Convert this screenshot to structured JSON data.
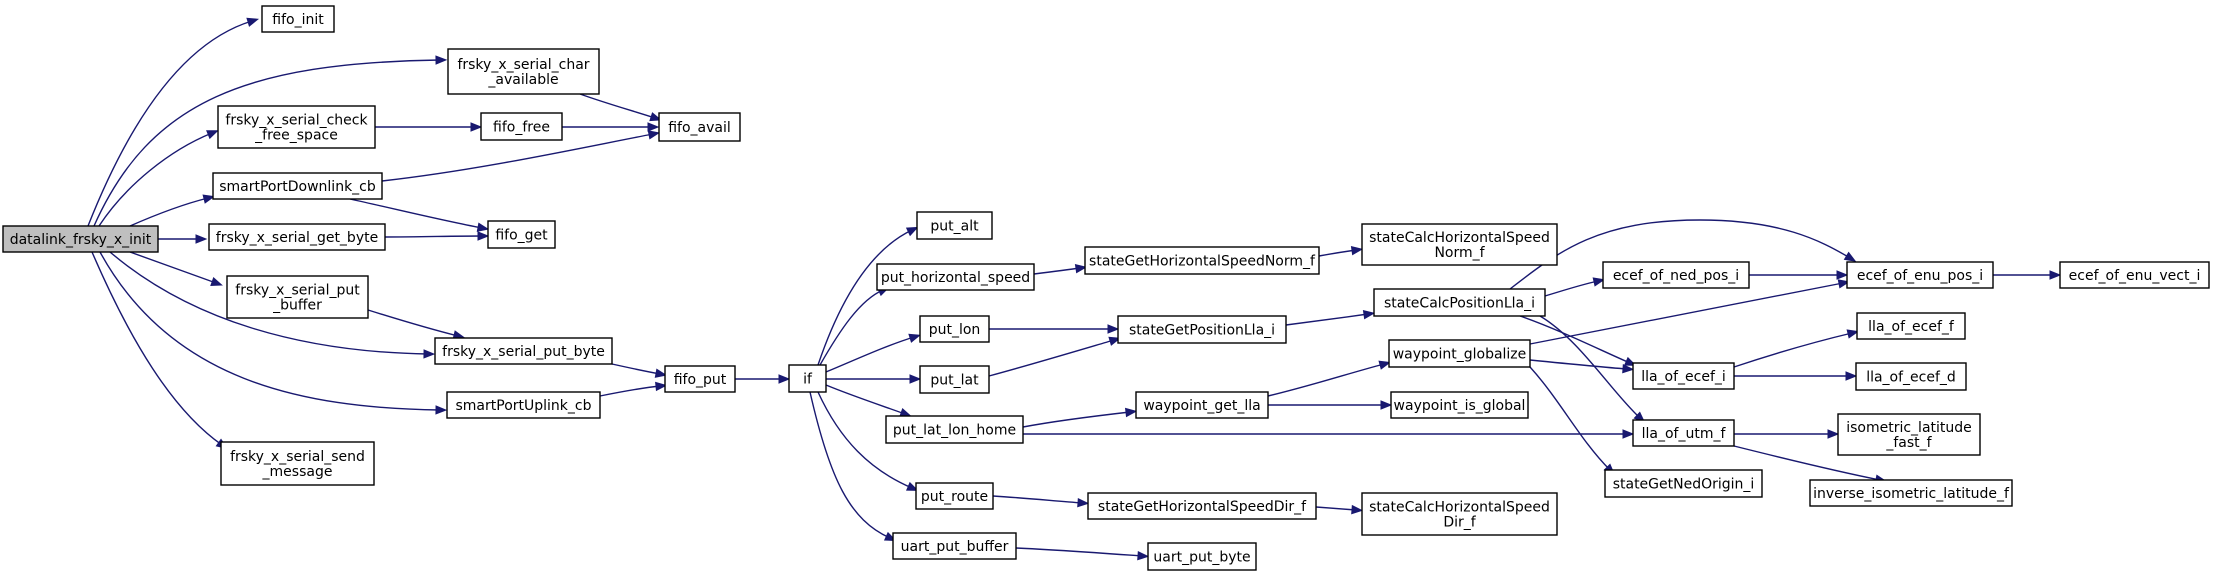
{
  "graph": {
    "nodes": {
      "datalink_frsky_x_init": [
        "datalink_frsky_x_init"
      ],
      "fifo_init": [
        "fifo_init"
      ],
      "frsky_x_serial_char_available": [
        "frsky_x_serial_char",
        "_available"
      ],
      "frsky_x_serial_check_free_space": [
        "frsky_x_serial_check",
        "_free_space"
      ],
      "smartPortDownlink_cb": [
        "smartPortDownlink_cb"
      ],
      "frsky_x_serial_get_byte": [
        "frsky_x_serial_get_byte"
      ],
      "frsky_x_serial_put_buffer": [
        "frsky_x_serial_put",
        "_buffer"
      ],
      "frsky_x_serial_put_byte": [
        "frsky_x_serial_put_byte"
      ],
      "smartPortUplink_cb": [
        "smartPortUplink_cb"
      ],
      "frsky_x_serial_send_message": [
        "frsky_x_serial_send",
        "_message"
      ],
      "fifo_free": [
        "fifo_free"
      ],
      "fifo_avail": [
        "fifo_avail"
      ],
      "fifo_get": [
        "fifo_get"
      ],
      "fifo_put": [
        "fifo_put"
      ],
      "if": [
        "if"
      ],
      "put_alt": [
        "put_alt"
      ],
      "put_horizontal_speed": [
        "put_horizontal_speed"
      ],
      "put_lon": [
        "put_lon"
      ],
      "put_lat": [
        "put_lat"
      ],
      "put_lat_lon_home": [
        "put_lat_lon_home"
      ],
      "put_route": [
        "put_route"
      ],
      "uart_put_buffer": [
        "uart_put_buffer"
      ],
      "stateGetHorizontalSpeedNorm_f": [
        "stateGetHorizontalSpeedNorm_f"
      ],
      "stateCalcHorizontalSpeedNorm_f": [
        "stateCalcHorizontalSpeed",
        "Norm_f"
      ],
      "stateGetPositionLla_i": [
        "stateGetPositionLla_i"
      ],
      "stateCalcPositionLla_i": [
        "stateCalcPositionLla_i"
      ],
      "waypoint_get_lla": [
        "waypoint_get_lla"
      ],
      "waypoint_globalize": [
        "waypoint_globalize"
      ],
      "waypoint_is_global": [
        "waypoint_is_global"
      ],
      "stateGetHorizontalSpeedDir_f": [
        "stateGetHorizontalSpeedDir_f"
      ],
      "stateCalcHorizontalSpeedDir_f": [
        "stateCalcHorizontalSpeed",
        "Dir_f"
      ],
      "uart_put_byte": [
        "uart_put_byte"
      ],
      "ecef_of_ned_pos_i": [
        "ecef_of_ned_pos_i"
      ],
      "ecef_of_enu_pos_i": [
        "ecef_of_enu_pos_i"
      ],
      "ecef_of_enu_vect_i": [
        "ecef_of_enu_vect_i"
      ],
      "lla_of_ecef_i": [
        "lla_of_ecef_i"
      ],
      "lla_of_ecef_f": [
        "lla_of_ecef_f"
      ],
      "lla_of_ecef_d": [
        "lla_of_ecef_d"
      ],
      "lla_of_utm_f": [
        "lla_of_utm_f"
      ],
      "isometric_latitude_fast_f": [
        "isometric_latitude",
        "_fast_f"
      ],
      "inverse_isometric_latitude_f": [
        "inverse_isometric_latitude_f"
      ],
      "stateGetNedOrigin_i": [
        "stateGetNedOrigin_i"
      ]
    },
    "edges": [
      [
        "datalink_frsky_x_init",
        "fifo_init"
      ],
      [
        "datalink_frsky_x_init",
        "frsky_x_serial_char_available"
      ],
      [
        "datalink_frsky_x_init",
        "frsky_x_serial_check_free_space"
      ],
      [
        "datalink_frsky_x_init",
        "smartPortDownlink_cb"
      ],
      [
        "datalink_frsky_x_init",
        "frsky_x_serial_get_byte"
      ],
      [
        "datalink_frsky_x_init",
        "frsky_x_serial_put_buffer"
      ],
      [
        "datalink_frsky_x_init",
        "frsky_x_serial_put_byte"
      ],
      [
        "datalink_frsky_x_init",
        "smartPortUplink_cb"
      ],
      [
        "datalink_frsky_x_init",
        "frsky_x_serial_send_message"
      ],
      [
        "frsky_x_serial_char_available",
        "fifo_avail"
      ],
      [
        "frsky_x_serial_check_free_space",
        "fifo_free"
      ],
      [
        "fifo_free",
        "fifo_avail"
      ],
      [
        "smartPortDownlink_cb",
        "fifo_avail"
      ],
      [
        "smartPortDownlink_cb",
        "fifo_get"
      ],
      [
        "frsky_x_serial_get_byte",
        "fifo_get"
      ],
      [
        "frsky_x_serial_put_buffer",
        "frsky_x_serial_put_byte"
      ],
      [
        "frsky_x_serial_put_byte",
        "fifo_put"
      ],
      [
        "smartPortUplink_cb",
        "fifo_put"
      ],
      [
        "fifo_put",
        "if"
      ],
      [
        "if",
        "put_alt"
      ],
      [
        "if",
        "put_horizontal_speed"
      ],
      [
        "if",
        "put_lon"
      ],
      [
        "if",
        "put_lat"
      ],
      [
        "if",
        "put_lat_lon_home"
      ],
      [
        "if",
        "put_route"
      ],
      [
        "if",
        "uart_put_buffer"
      ],
      [
        "put_horizontal_speed",
        "stateGetHorizontalSpeedNorm_f"
      ],
      [
        "stateGetHorizontalSpeedNorm_f",
        "stateCalcHorizontalSpeedNorm_f"
      ],
      [
        "put_lon",
        "stateGetPositionLla_i"
      ],
      [
        "put_lat",
        "stateGetPositionLla_i"
      ],
      [
        "stateGetPositionLla_i",
        "stateCalcPositionLla_i"
      ],
      [
        "put_lat_lon_home",
        "waypoint_get_lla"
      ],
      [
        "put_lat_lon_home",
        "lla_of_utm_f"
      ],
      [
        "waypoint_get_lla",
        "waypoint_globalize"
      ],
      [
        "waypoint_get_lla",
        "waypoint_is_global"
      ],
      [
        "put_route",
        "stateGetHorizontalSpeedDir_f"
      ],
      [
        "stateGetHorizontalSpeedDir_f",
        "stateCalcHorizontalSpeedDir_f"
      ],
      [
        "uart_put_buffer",
        "uart_put_byte"
      ],
      [
        "stateCalcPositionLla_i",
        "ecef_of_enu_pos_i"
      ],
      [
        "stateCalcPositionLla_i",
        "ecef_of_ned_pos_i"
      ],
      [
        "stateCalcPositionLla_i",
        "lla_of_ecef_i"
      ],
      [
        "stateCalcPositionLla_i",
        "lla_of_utm_f"
      ],
      [
        "ecef_of_ned_pos_i",
        "ecef_of_enu_pos_i"
      ],
      [
        "ecef_of_enu_pos_i",
        "ecef_of_enu_vect_i"
      ],
      [
        "waypoint_globalize",
        "ecef_of_enu_pos_i"
      ],
      [
        "waypoint_globalize",
        "lla_of_ecef_i"
      ],
      [
        "waypoint_globalize",
        "stateGetNedOrigin_i"
      ],
      [
        "lla_of_ecef_i",
        "lla_of_ecef_f"
      ],
      [
        "lla_of_ecef_i",
        "lla_of_ecef_d"
      ],
      [
        "lla_of_utm_f",
        "isometric_latitude_fast_f"
      ],
      [
        "lla_of_utm_f",
        "inverse_isometric_latitude_f"
      ]
    ]
  },
  "colors": {
    "edge": "#191970",
    "root_fill": "#bfbfbf",
    "node_fill": "#ffffff",
    "node_stroke": "#000000"
  }
}
